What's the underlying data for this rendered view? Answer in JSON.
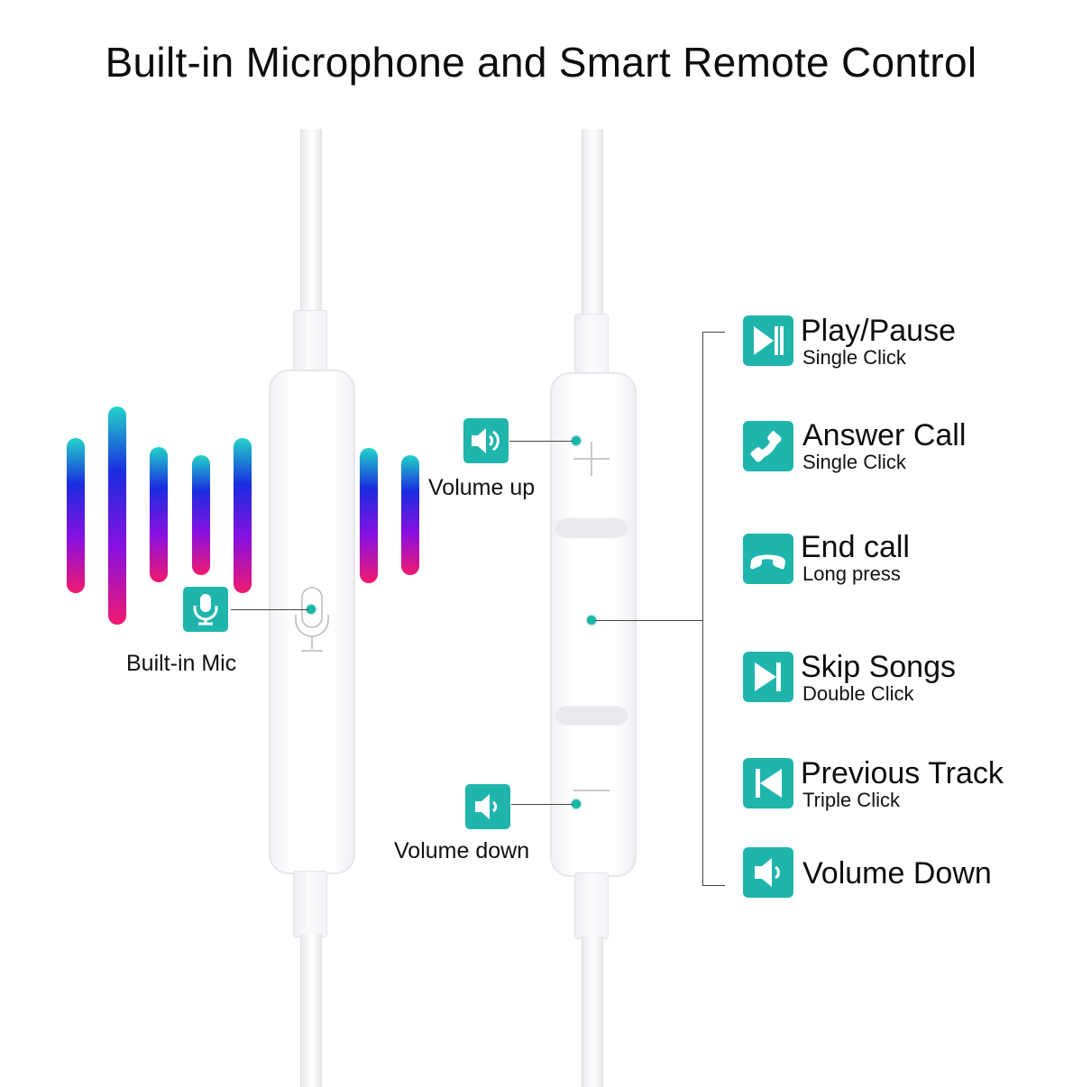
{
  "title": "Built-in Microphone and Smart Remote Control",
  "colors": {
    "accent_teal": "#1fb5ad",
    "dot_teal": "#17b8a8",
    "wave_gradient": [
      "#22d3c8",
      "#1a2ce0",
      "#8a10e0",
      "#f01a6e"
    ]
  },
  "mic_remote": {
    "label": "Built-in Mic",
    "icon": "microphone-icon"
  },
  "button_remote": {
    "volume_up": {
      "label": "Volume up",
      "icon": "speaker-loud-icon",
      "symbol": "+"
    },
    "volume_down": {
      "label": "Volume down",
      "icon": "speaker-quiet-icon",
      "symbol": "−"
    }
  },
  "functions": [
    {
      "name": "Play/Pause",
      "action": "Single Click",
      "icon": "play-pause-icon"
    },
    {
      "name": "Answer Call",
      "action": "Single Click",
      "icon": "phone-answer-icon"
    },
    {
      "name": "End call",
      "action": "Long press",
      "icon": "phone-hangup-icon"
    },
    {
      "name": "Skip Songs",
      "action": "Double Click",
      "icon": "skip-next-icon"
    },
    {
      "name": "Previous Track",
      "action": "Triple Click",
      "icon": "skip-previous-icon"
    },
    {
      "name": "Volume Down",
      "action": "",
      "icon": "volume-down-icon"
    }
  ]
}
